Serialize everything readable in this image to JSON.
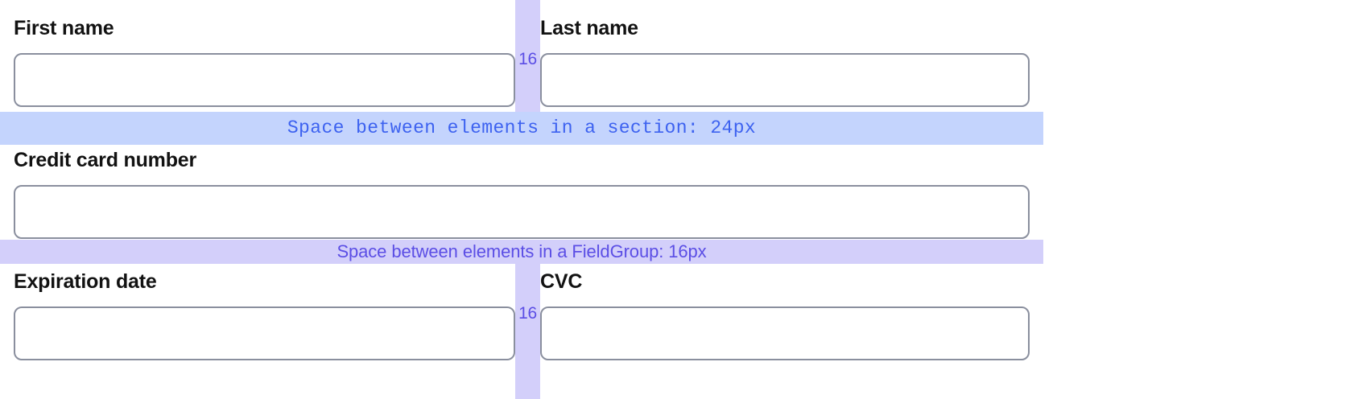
{
  "colors": {
    "section_band_bg": "#c4d4fd",
    "section_band_text": "#3d62f0",
    "fieldgroup_band_bg": "#d3cffa",
    "fieldgroup_band_text": "#5b4ee5",
    "gap_ribbon_bg": "#d3cffa",
    "gap_number_text": "#5b4ee5",
    "input_border": "#8a8f9e",
    "label_text": "#121212",
    "page_bg": "#ffffff"
  },
  "form": {
    "rows": [
      {
        "id": "name-row",
        "fields": [
          {
            "id": "first-name",
            "label": "First name",
            "value": "",
            "placeholder": ""
          },
          {
            "id": "last-name",
            "label": "Last name",
            "value": "",
            "placeholder": ""
          }
        ],
        "gap_label": "16"
      },
      {
        "id": "card-number-row",
        "fields": [
          {
            "id": "credit-card-number",
            "label": "Credit card number",
            "value": "",
            "placeholder": ""
          }
        ],
        "gap_label": ""
      },
      {
        "id": "expiry-cvc-row",
        "fields": [
          {
            "id": "expiration-date",
            "label": "Expiration date",
            "value": "",
            "placeholder": ""
          },
          {
            "id": "cvc",
            "label": "CVC",
            "value": "",
            "placeholder": ""
          }
        ],
        "gap_label": "16"
      }
    ]
  },
  "annotations": {
    "section_spacing": {
      "label": "Space between elements in a section: 24px",
      "value": "24px"
    },
    "fieldgroup_spacing": {
      "label": "Space between elements in a FieldGroup: 16px",
      "value": "16px"
    },
    "horizontal_gap_top": "16",
    "horizontal_gap_bottom": "16"
  }
}
